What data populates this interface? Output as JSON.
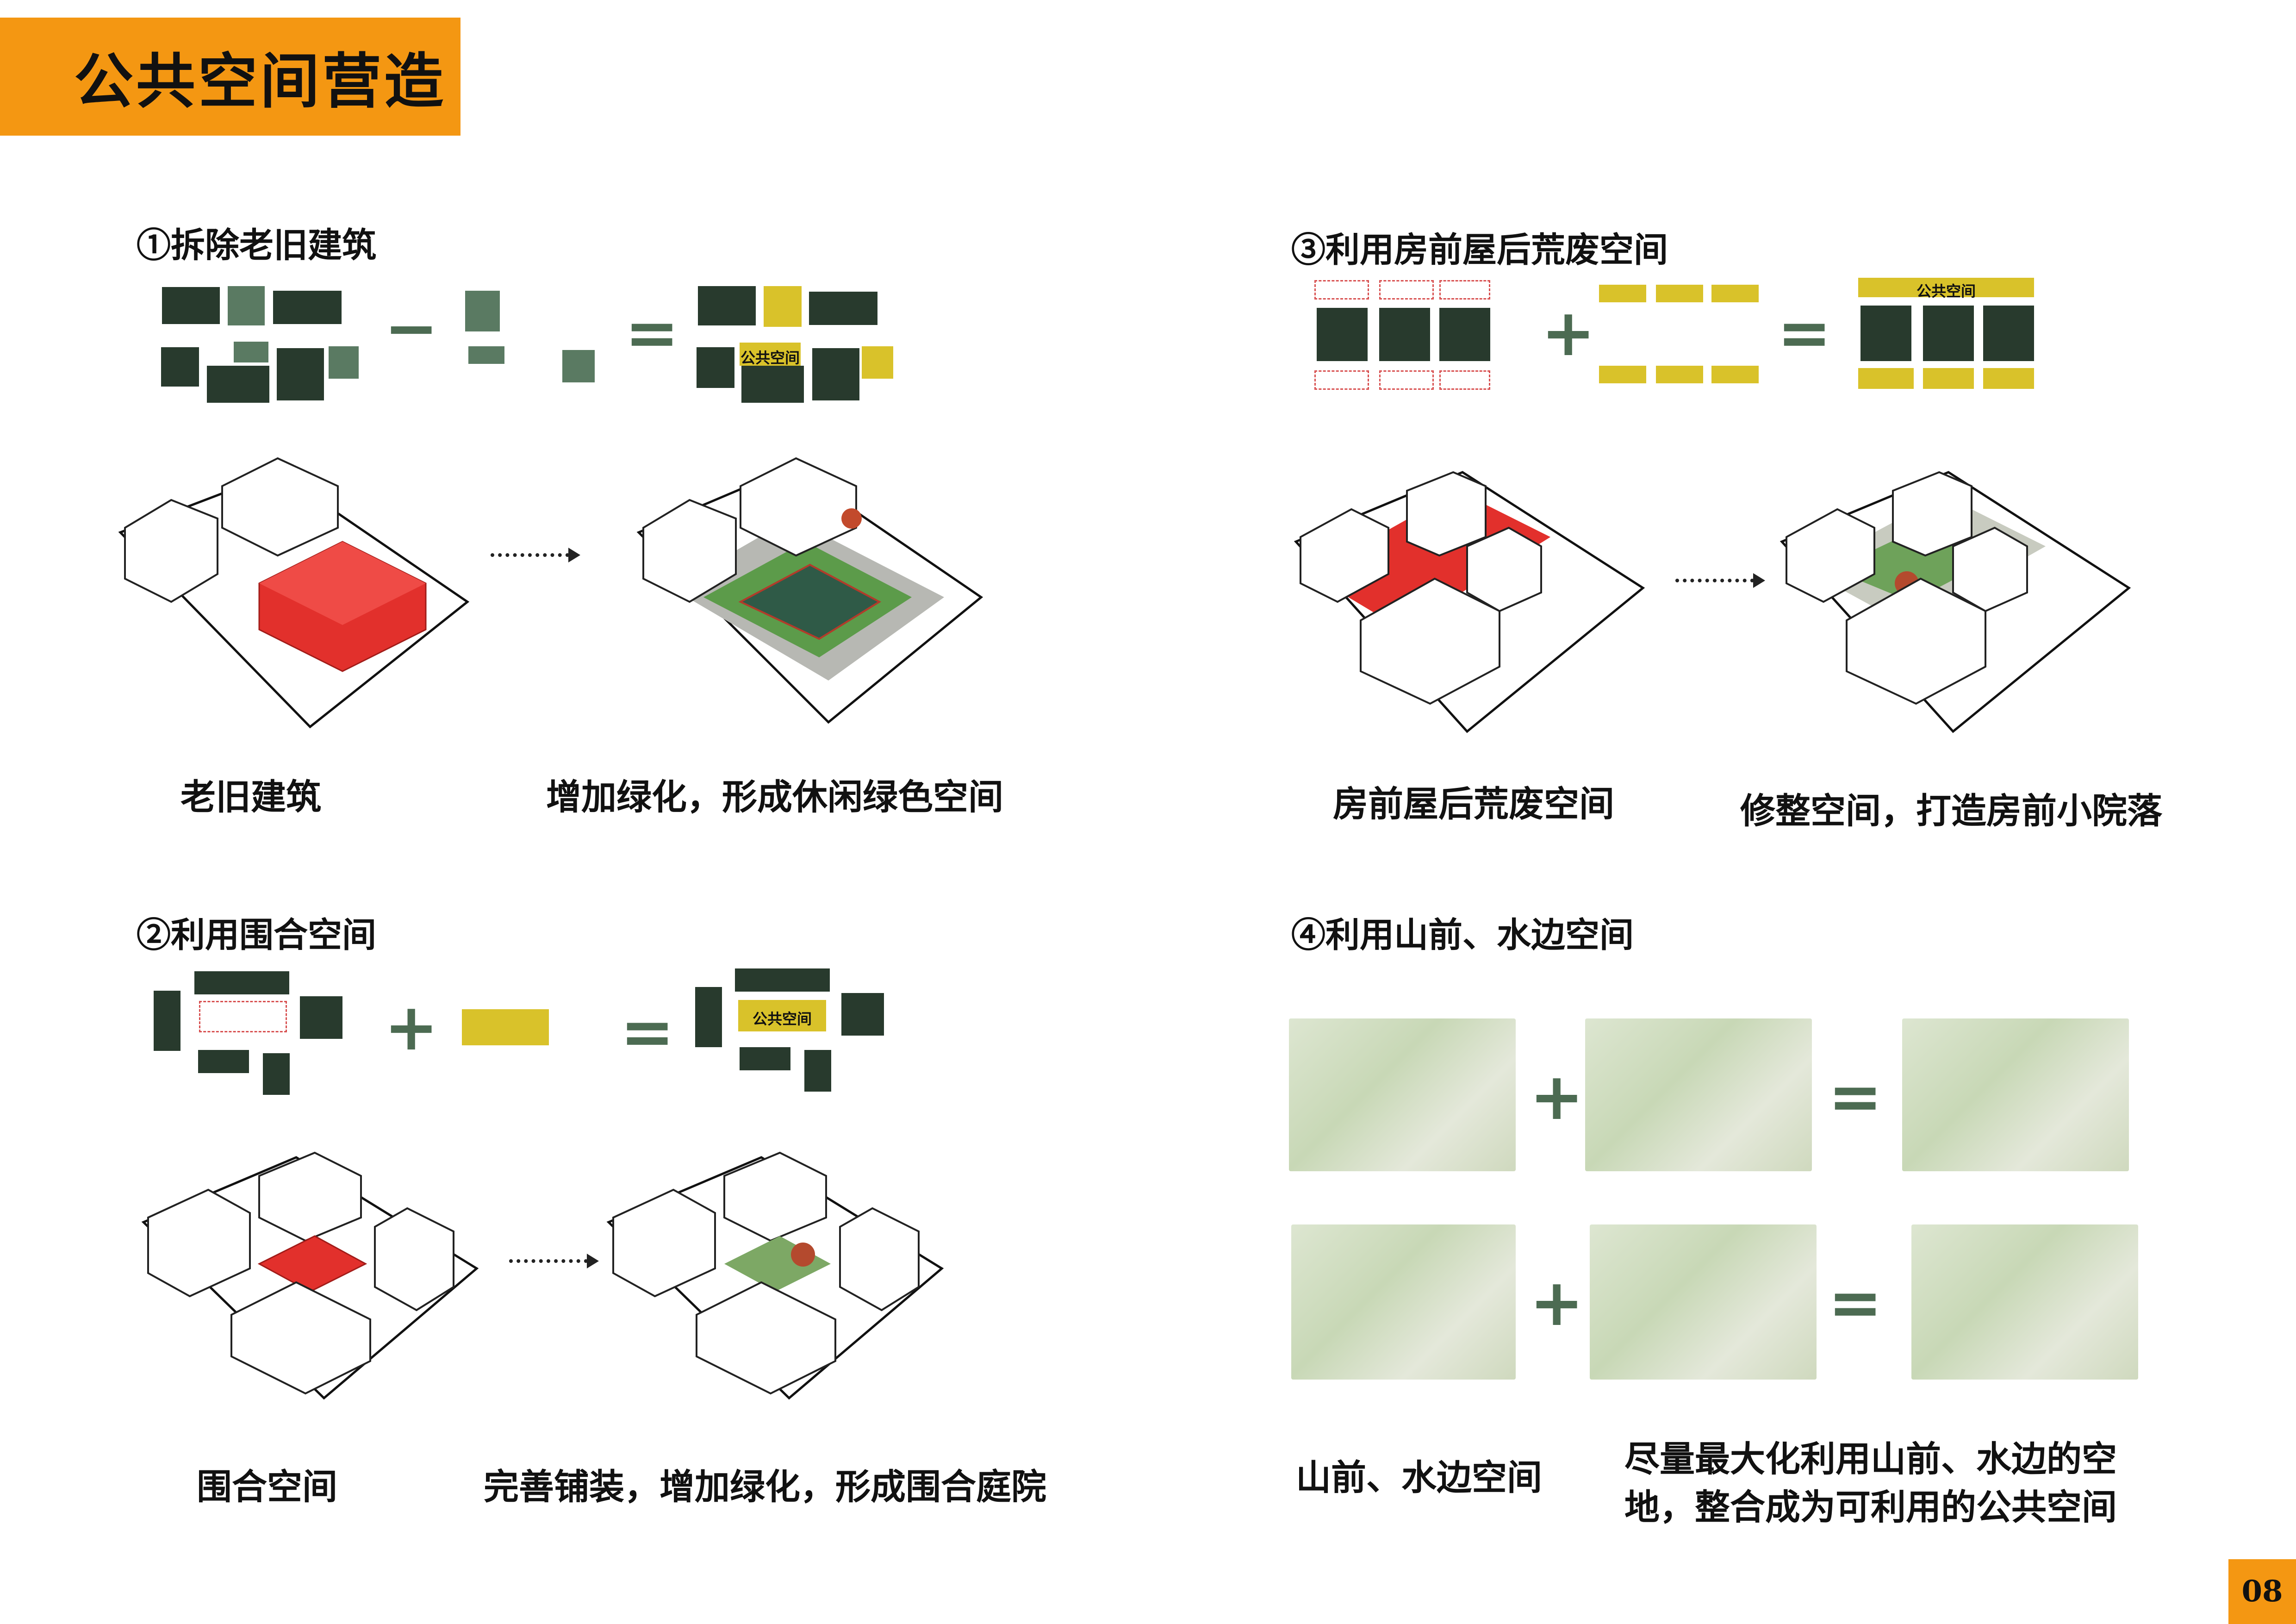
{
  "title": "公共空间营造",
  "page_number": "08",
  "colors": {
    "accent": "#f49712",
    "building": "#283a2d",
    "building_light": "#5a7a62",
    "public_space": "#d9c22a",
    "removed": "#e2302c"
  },
  "sections": [
    {
      "heading": "①拆除老旧建筑",
      "label_public": "公共空间",
      "caption_before": "老旧建筑",
      "caption_after": "增加绿化，形成休闲绿色空间",
      "operator": "−"
    },
    {
      "heading": "②利用围合空间",
      "label_public": "公共空间",
      "caption_before": "围合空间",
      "caption_after": "完善铺装，增加绿化，形成围合庭院",
      "operator": "+"
    },
    {
      "heading": "③利用房前屋后荒废空间",
      "label_public": "公共空间",
      "caption_before": "房前屋后荒废空间",
      "caption_after": "修整空间，打造房前小院落",
      "operator": "+"
    },
    {
      "heading": "④利用山前、水边空间",
      "caption_before": "山前、水边空间",
      "caption_after": "尽量最大化利用山前、水边的空地，整合成为可利用的公共空间",
      "operator": "+"
    }
  ],
  "equals": "="
}
